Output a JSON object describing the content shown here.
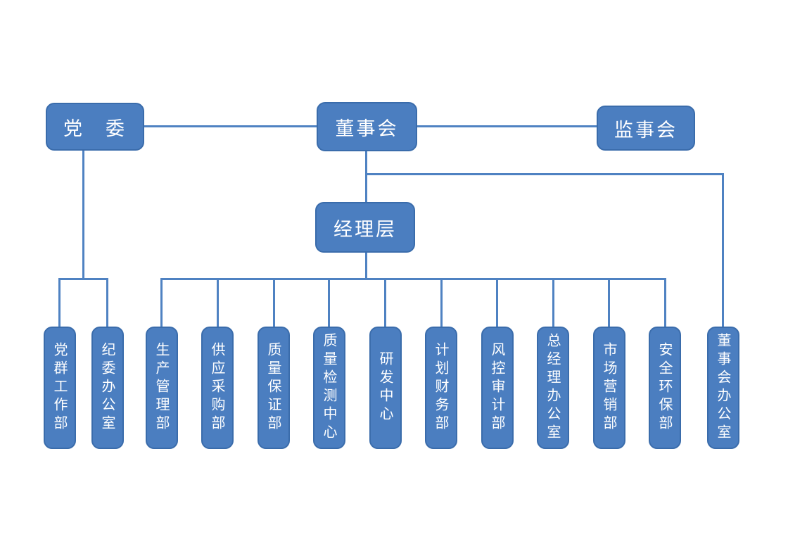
{
  "org_chart": {
    "nodes": {
      "party_committee": "党　委",
      "board_of_directors": "董事会",
      "supervisory_board": "监事会",
      "management_team": "经理层",
      "board_office": "董事会办公室"
    },
    "party_departments": [
      "党群工作部",
      "纪委办公室"
    ],
    "management_departments": [
      "生产管理部",
      "供应采购部",
      "质量保证部",
      "质量检测中心",
      "研发中心",
      "计划财务部",
      "风控审计部",
      "总经理办公室",
      "市场营销部",
      "安全环保部"
    ],
    "colors": {
      "box_fill": "#4b7ec0",
      "box_border": "#3a6cab",
      "connector": "#4f82c2",
      "text": "#ffffff",
      "background": "#ffffff"
    }
  }
}
